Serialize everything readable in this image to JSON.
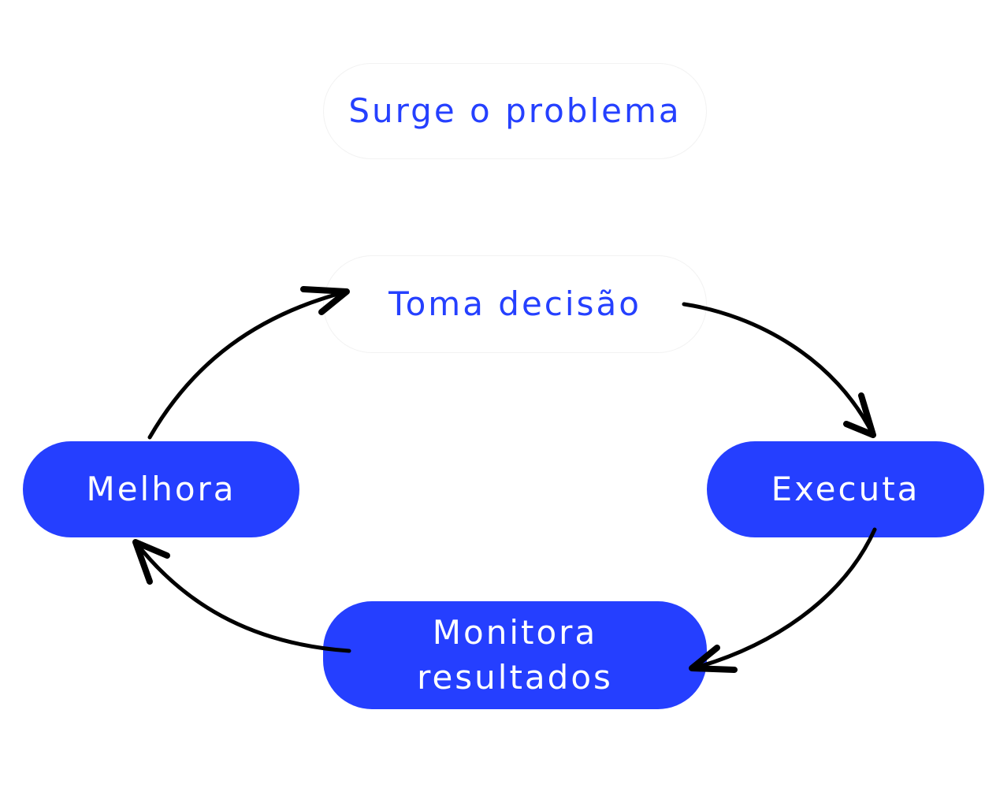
{
  "diagram": {
    "nodes": {
      "problem": {
        "label": "Surge o problema",
        "style": "outline"
      },
      "decision": {
        "label": "Toma decisão",
        "style": "outline"
      },
      "execute": {
        "label": "Executa",
        "style": "filled"
      },
      "monitor": {
        "label_line1": "Monitora",
        "label_line2": "resultados",
        "style": "filled"
      },
      "improve": {
        "label": "Melhora",
        "style": "filled"
      }
    },
    "cycle": [
      "decision",
      "execute",
      "monitor",
      "improve",
      "decision"
    ],
    "colors": {
      "accent": "#253fff",
      "text_on_accent": "#ffffff",
      "arrow": "#000000"
    }
  }
}
